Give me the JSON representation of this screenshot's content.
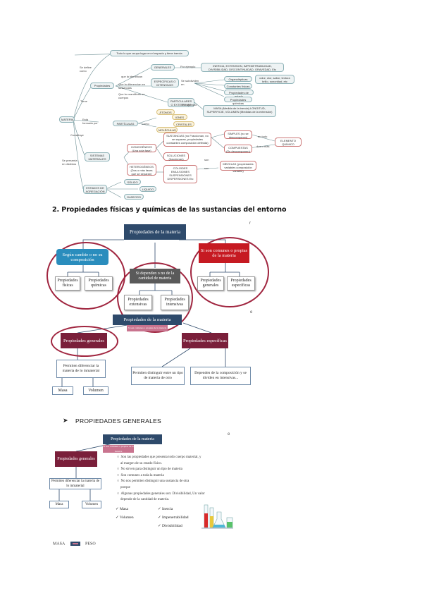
{
  "concept_map": {
    "root": "MATERIA",
    "definition": "Todo lo que ocupa lugar en el espacio y tiene inercia",
    "se_define_como": "Se define como",
    "tiene": "Tiene",
    "esta_formada_por": "Está formada por",
    "constituye": "Constituye",
    "se_presenta": "Se presenta en distintos",
    "propiedades": "Propiedades",
    "que_la_identifican": "que la identifican",
    "que_la_diferencian": "Que la diferencian en sustancias",
    "que_la_cuantifican": "Que la cuantifican en cuerpos",
    "generales": "GENERALES",
    "por_ejemplo": "Por ejemplo",
    "generales_list": "INERCIA, EXTENSION, IMPENETRABILIDAD, DIVISIBILIDAD, DISCONTINUIDAD, GRAVEDAD, Etc",
    "especificas": "ESPECÍFICAS O INTENSIVAS",
    "se_subdividen": "Se subdividen en",
    "organolepticas": "Organolépticas",
    "organolepticas_list": "color, olor, sabor, textura brillo, sonoridad, etc",
    "constantes": "Constantes físicas",
    "estado": "Propiedades de estado",
    "quimicas": "Propiedades químicas",
    "particulares": "PARTICULARES O EXTENSIVAS",
    "por_ejemplo2": "Por ejemplo",
    "masa_list": "MASA (Medida de la inercia) LONGITUD, SUPERFICIE, VOLUMEN (Medidas de la extensión)",
    "particulas": "PARTÍCULAS",
    "como": "Como",
    "atomos": "ÁTOMOS",
    "iones": "IONES",
    "cristales": "CRISTALES",
    "moleculas": "MOLÉCULAS",
    "sistemas": "SISTEMAS MATERIALES",
    "homogeneos": "HOMOGÉNEOS (Una sola fase)",
    "heterogeneos": "HETEROGÉNEOS (Dos o más fases que se separan)",
    "sustancias": "SUSTANCIAS (no Fraccionan, no se separan, propiedades constantes composición definida)",
    "soluciones": "SOLUCIONES (fraccionan)",
    "coloides": "COLOIDES EMULSIONES SUSPENSIONES DISPERSIONES Etc",
    "son": "son",
    "son2": "son",
    "mezclas": "MEZCLAS (propiedades variables composición variable)",
    "simples": "SIMPLES (no se descomponen)",
    "compuestas": "COMPUESTAS (Se descomponen)",
    "en_todo": "en todo",
    "dos_mas": "dos o más",
    "elemento": "ELEMENTO QUÍMICO",
    "estados": "ESTADOS DE AGREGACIÓN",
    "solido": "SÓLIDO",
    "liquido": "LÍQUIDO",
    "gaseoso": "GASEOSO"
  },
  "section_heading": "2. Propiedades físicas y químicas de las sustancias del entorno",
  "map2": {
    "top": "Propiedades de la materia",
    "left": "Según cambie o no su composición",
    "mid": "Si dependen o no de la cantidad de materia",
    "right": "Si son comunes o propias de la materia",
    "l1": "Propiedades físicas",
    "l2": "Propiedades químicas",
    "m1": "Propiedades extensivas",
    "m2": "Propiedades intensivas",
    "r1": "Propiedades generales",
    "r2": "Propiedades específicas",
    "mark_r": "r",
    "mark_e": "e"
  },
  "map3": {
    "top": "Propiedades de la materia",
    "pink_tag": "Si son comunes o propias de la materia",
    "generales": "Propiedades generales",
    "especificas": "Propiedades específicas",
    "gen_desc": "Permiten diferenciar la materia de lo inmaterial",
    "masa": "Masa",
    "volumen": "Volumen",
    "esp_desc1": "Permiten distinguir entre un tipo de materia de otro",
    "esp_desc2": "Dependen de la composición y se dividen en intensivas..."
  },
  "section2": {
    "arrow": "➤",
    "title": "PROPIEDADES GENERALES",
    "top": "Propiedades de la materia",
    "pink_tag": "Si son comunes o propias de la materia",
    "generales": "Propiedades generales",
    "desc": "Permiten diferenciar la materia de lo inmaterial",
    "masa": "Masa",
    "volumen": "Volumen",
    "mark_e": "e",
    "bullets": [
      "Son las propiedades que presenta todo cuerpo material, y",
      "al margen de su estado físico.",
      "No sirven para distinguir un tipo de materia",
      "Son comunes a toda la materia",
      "No nos permiten distinguir una sustancia de otra",
      "porque",
      "Algunas propiedades generales son: Divisibilidad, Un valor",
      "depende de la cantidad de materia."
    ],
    "checks_left": [
      "Masa",
      "Volumen"
    ],
    "checks_right": [
      "Inercia",
      "Impenetrabilidad",
      "Divisibilidad"
    ],
    "check_symbol": "✓"
  },
  "footer": {
    "left": "MASA",
    "right": "PESO"
  }
}
